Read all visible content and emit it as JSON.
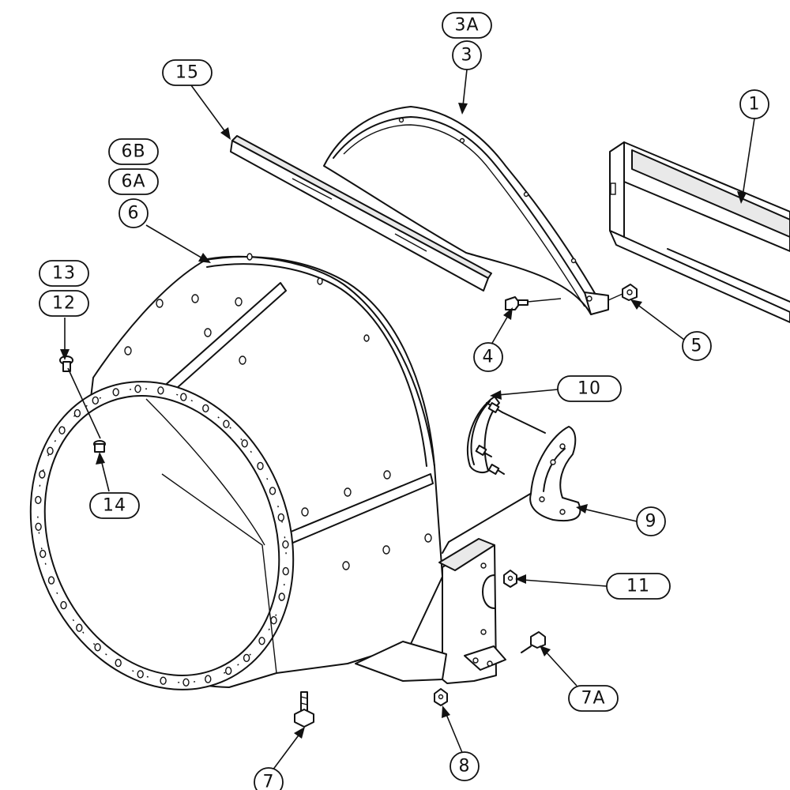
{
  "callouts": [
    {
      "id": "c1",
      "label": "1"
    },
    {
      "id": "c3a",
      "label": "3A"
    },
    {
      "id": "c3",
      "label": "3"
    },
    {
      "id": "c4",
      "label": "4"
    },
    {
      "id": "c5",
      "label": "5"
    },
    {
      "id": "c6b",
      "label": "6B"
    },
    {
      "id": "c6a",
      "label": "6A"
    },
    {
      "id": "c6",
      "label": "6"
    },
    {
      "id": "c7",
      "label": "7"
    },
    {
      "id": "c7a",
      "label": "7A"
    },
    {
      "id": "c8",
      "label": "8"
    },
    {
      "id": "c9",
      "label": "9"
    },
    {
      "id": "c10",
      "label": "10"
    },
    {
      "id": "c11",
      "label": "11"
    },
    {
      "id": "c12",
      "label": "12"
    },
    {
      "id": "c13",
      "label": "13"
    },
    {
      "id": "c14",
      "label": "14"
    },
    {
      "id": "c15",
      "label": "15"
    }
  ]
}
